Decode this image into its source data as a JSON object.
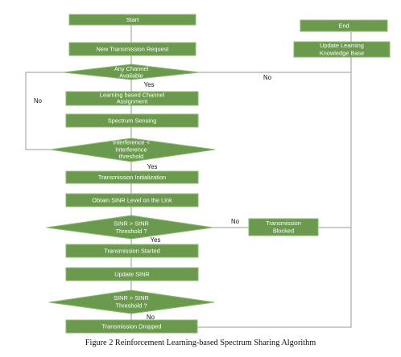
{
  "colors": {
    "node_fill": "#6b9a4e",
    "node_border": "#8bb86e",
    "edge": "#9a9a9a"
  },
  "nodes": {
    "start": "Start",
    "end": "End",
    "new_request": "New Transmission Request",
    "any_channel": [
      "Any Channel",
      "Available"
    ],
    "learning_assignment": [
      "Learning based Channel",
      "Assignment"
    ],
    "spectrum_sensing": "Spectrum Sensing",
    "interference_check": [
      "Interference <",
      "Interference",
      "threshold"
    ],
    "tx_init": "Transmission Initialization",
    "obtain_sinr": "Obtain SINR Level on the Link",
    "sinr_check_1": [
      "SINR > SINR",
      "Threshold ?"
    ],
    "tx_blocked": [
      "Transmission",
      "Blocked"
    ],
    "tx_started": "Transmission Started",
    "update_sinr": "Update SINR",
    "sinr_check_2": [
      "SINR > SINR",
      "Threshold ?"
    ],
    "tx_dropped": "Transmission Dropped",
    "update_kb": [
      "Update Learning",
      "Knowledge Base"
    ]
  },
  "edge_labels": {
    "any_channel_yes": "Yes",
    "any_channel_no": "No",
    "interference_no": "No",
    "interference_yes": "Yes",
    "sinr1_no": "No",
    "sinr1_yes": "Yes",
    "sinr2_no": "No"
  },
  "caption": "Figure 2 Reinforcement Learning-based Spectrum Sharing Algorithm"
}
